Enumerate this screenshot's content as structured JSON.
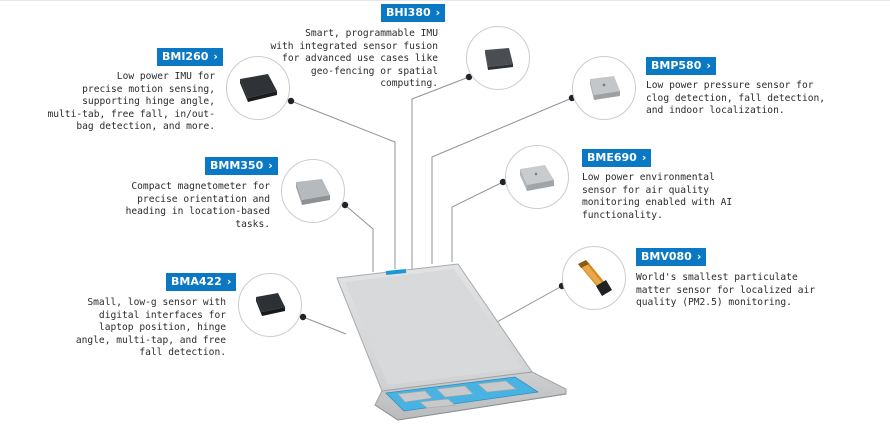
{
  "sensors": [
    {
      "id": "bhi380",
      "label": "BHI380",
      "desc": "Smart, programmable IMU\nwith integrated sensor fusion\nfor advanced use cases like\ngeo-fencing or spatial\ncomputing."
    },
    {
      "id": "bmi260",
      "label": "BMI260",
      "desc": "Low power IMU for\nprecise motion sensing,\nsupporting hinge angle,\nmulti-tab, free fall, in/out-\nbag detection, and more."
    },
    {
      "id": "bmp580",
      "label": "BMP580",
      "desc": "Low power pressure sensor for\nclog detection, fall detection,\nand indoor localization."
    },
    {
      "id": "bmm350",
      "label": "BMM350",
      "desc": "Compact magnetometer for\nprecise orientation and\nheading in location-based\ntasks."
    },
    {
      "id": "bme690",
      "label": "BME690",
      "desc": "Low power environmental\nsensor for air quality\nmonitoring enabled with AI\nfunctionality."
    },
    {
      "id": "bma422",
      "label": "BMA422",
      "desc": "Small, low-g sensor with\ndigital interfaces for\nlaptop position, hinge\nangle, multi-tap, and free\nfall detection."
    },
    {
      "id": "bmv080",
      "label": "BMV080",
      "desc": "World's smallest particulate\nmatter sensor for localized air\nquality (PM2.5) monitoring."
    }
  ],
  "colors": {
    "badge": "#0a78c2",
    "chip_dark": "#2a2d31",
    "chip_silver": "#b9bcbf",
    "board": "#48b3e3",
    "laptop": "#c9cbcd"
  }
}
